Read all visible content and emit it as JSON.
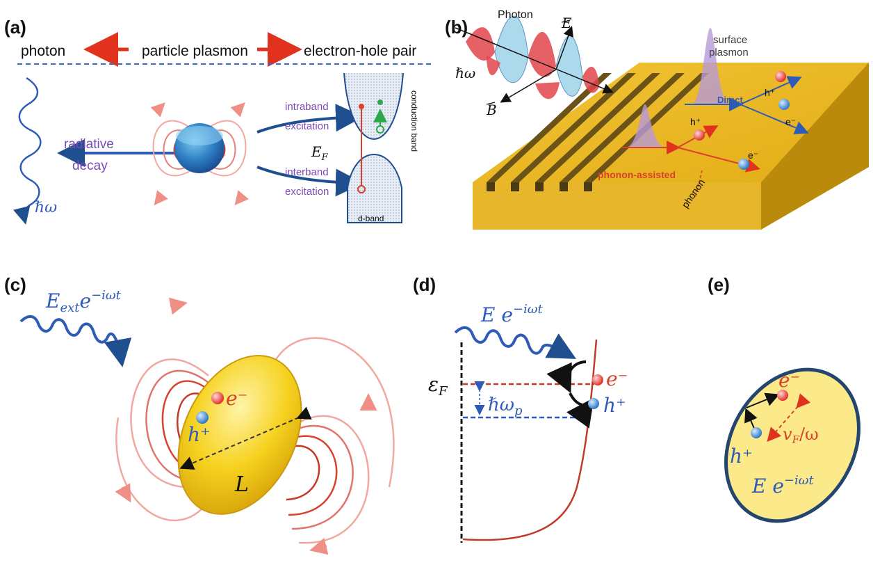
{
  "colors": {
    "blue_text": "#2e5bb8",
    "purple_text": "#7b4bb5",
    "red_field": "#d9412b",
    "pink_field": "#f2a7a0",
    "gold": "#f0c419",
    "gold_dark": "#c99a10",
    "dashed_blue": "#3a66c9",
    "dark_navy": "#1f3a63"
  },
  "panel_a": {
    "label": "(a)",
    "photon": "photon",
    "particle_plasmon": "particle plasmon",
    "electron_hole_pair": "electron-hole pair",
    "radiative": "radiative",
    "decay": "decay",
    "hbar_omega": "ℏω",
    "intraband": "intraband",
    "intraband_excitation": "excitation",
    "interband": "interband",
    "interband_excitation": "excitation",
    "fermi": "E",
    "fermi_sub": "F",
    "conduction_band": "conduction band",
    "d_band": "d-band"
  },
  "panel_b": {
    "label": "(b)",
    "photon": "Photon",
    "E_vec": "E",
    "B_vec": "B",
    "hbar_omega": "ℏω",
    "surface": "surface",
    "plasmon": "plasmon",
    "direct": "Direct",
    "h_plus_1": "h⁺",
    "e_minus_1": "e⁻",
    "h_plus_2": "h⁺",
    "e_minus_2": "e⁻",
    "phonon_assisted": "phonon-assisted",
    "phonon": "phonon"
  },
  "panel_c": {
    "label": "(c)",
    "field": "E",
    "field_sub": "ext",
    "field_exp": "e",
    "field_sup": "−iωt",
    "e_minus": "e⁻",
    "h_plus": "h⁺",
    "length": "L"
  },
  "panel_d": {
    "label": "(d)",
    "field": "E e",
    "field_sup": "−iωt",
    "eps": "ε",
    "eps_sub": "F",
    "hwp": "ℏω",
    "hwp_sub": "p",
    "e_minus": "e⁻",
    "h_plus": "h⁺"
  },
  "panel_e": {
    "label": "(e)",
    "e_minus": "e⁻",
    "h_plus": "h⁺",
    "vf": "v",
    "vf_sub": "F",
    "vf_rest": "/ω",
    "field": "E e",
    "field_sup": "−iωt"
  }
}
